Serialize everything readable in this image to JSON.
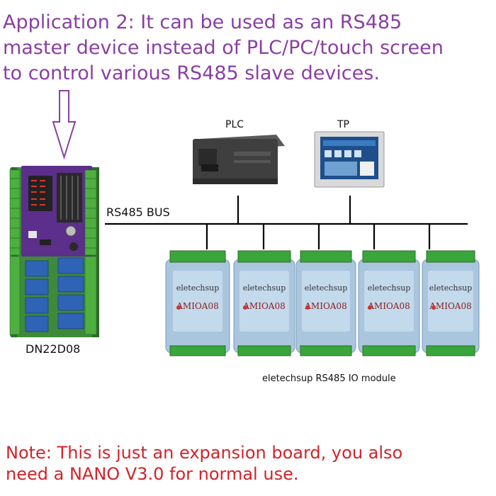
{
  "headline": {
    "lines": [
      "Application 2: It can be used as an RS485",
      "master device instead of PLC/PC/touch screen",
      "to control various RS485 slave devices."
    ]
  },
  "labels": {
    "plc": "PLC",
    "tp": "TP",
    "bus": "RS485 BUS",
    "board": "DN22D08",
    "modules_caption": "eletechsup RS485 IO module"
  },
  "module": {
    "brand": "eletechsup",
    "model": "AMIOA08"
  },
  "note": {
    "lines": [
      "Note: This is just an expansion board, you also",
      "need a NANO V3.0 for normal use."
    ]
  },
  "colors": {
    "headline": "#8a3fa3",
    "note": "#d2232a",
    "bus_line": "#000000",
    "module_body": "#a9c6de",
    "terminal_green": "#3aa53a",
    "board_pcb": "#5b2f8a"
  }
}
